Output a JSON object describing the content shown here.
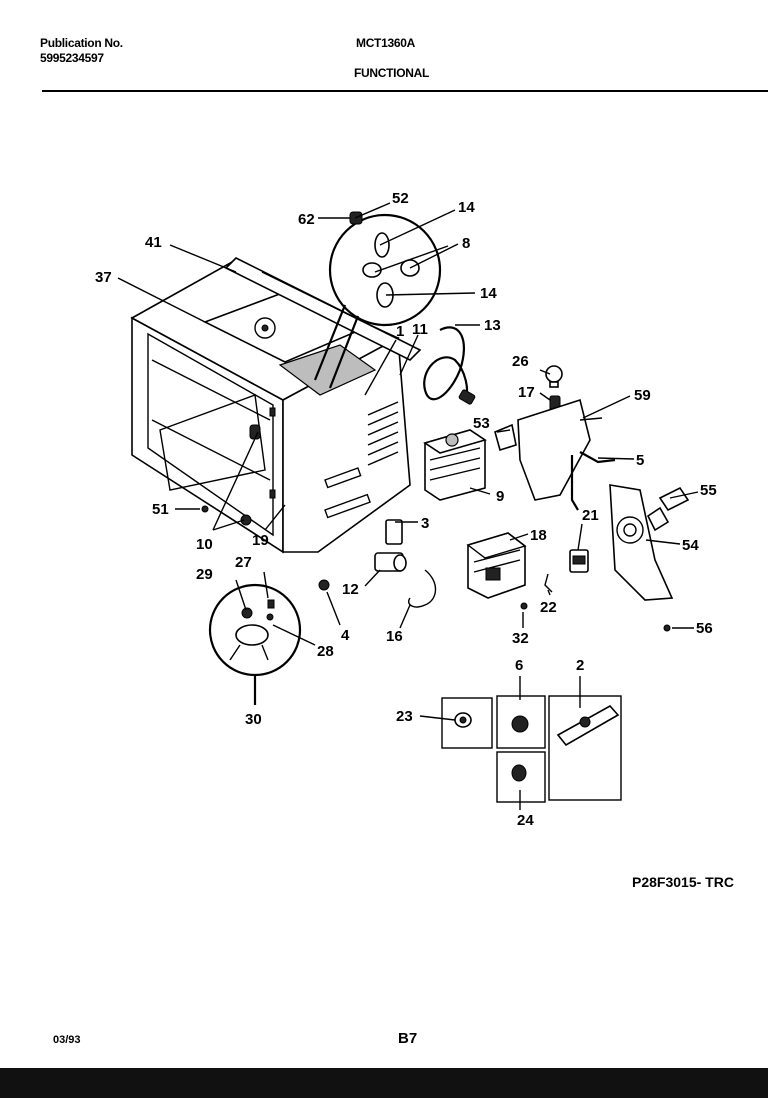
{
  "header": {
    "publication_label": "Publication No.",
    "publication_number": "5995234597",
    "model": "MCT1360A",
    "section": "FUNCTIONAL"
  },
  "diagram_ref": "P28F3015- TRC",
  "footer": {
    "date": "03/93",
    "page": "B7"
  },
  "callouts": [
    "52",
    "62",
    "14",
    "8",
    "14",
    "41",
    "37",
    "1",
    "11",
    "13",
    "26",
    "17",
    "59",
    "53",
    "5",
    "9",
    "55",
    "21",
    "54",
    "51",
    "3",
    "18",
    "10",
    "19",
    "27",
    "29",
    "12",
    "22",
    "56",
    "4",
    "16",
    "32",
    "28",
    "30",
    "6",
    "2",
    "23",
    "24"
  ]
}
